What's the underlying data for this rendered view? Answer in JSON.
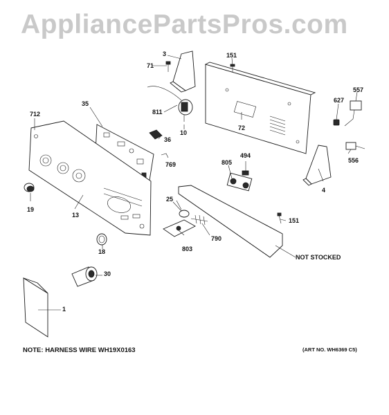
{
  "watermark": "AppliancePartsPros.com",
  "callouts": {
    "c3": "3",
    "c71": "71",
    "c151a": "151",
    "c557": "557",
    "c627": "627",
    "c35": "35",
    "c811": "811",
    "c10": "10",
    "c72": "72",
    "c712": "712",
    "c36": "36",
    "c769": "769",
    "c494": "494",
    "c805": "805",
    "c556": "556",
    "c4": "4",
    "c19": "19",
    "c25": "25",
    "c13": "13",
    "c151b": "151",
    "c803": "803",
    "c790": "790",
    "c18": "18",
    "c30": "30",
    "c1": "1",
    "not_stocked": "NOT STOCKED"
  },
  "notes": {
    "harness": "NOTE: HARNESS WIRE WH19X0163",
    "art_no": "(ART NO. WH6369 C5)"
  }
}
